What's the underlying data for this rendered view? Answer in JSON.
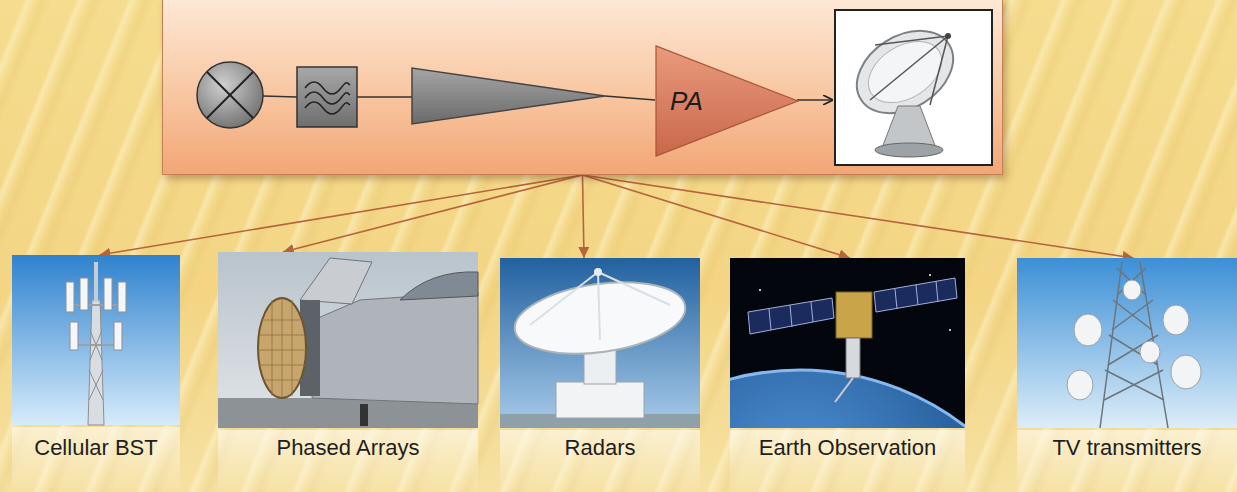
{
  "diagram": {
    "nodes": [
      {
        "text": []
      },
      {
        "text": [
          "PA"
        ],
        "in": 0
      },
      {
        "text": [
          "Cellular BST"
        ]
      },
      {
        "text": [
          "Phased Arrays"
        ]
      },
      {
        "text": [
          "Radars"
        ]
      },
      {
        "text": [
          "Earth Observation"
        ]
      },
      {
        "text": [
          "TV transmitters"
        ]
      }
    ],
    "edges": [
      {
        "from": 0,
        "to": 2,
        "arrow": "to"
      },
      {
        "from": 0,
        "to": 3,
        "arrow": "to"
      },
      {
        "from": 0,
        "to": 4,
        "arrow": "to"
      },
      {
        "from": 0,
        "to": 5,
        "arrow": "to"
      },
      {
        "from": 0,
        "to": 6,
        "arrow": "to"
      }
    ]
  }
}
